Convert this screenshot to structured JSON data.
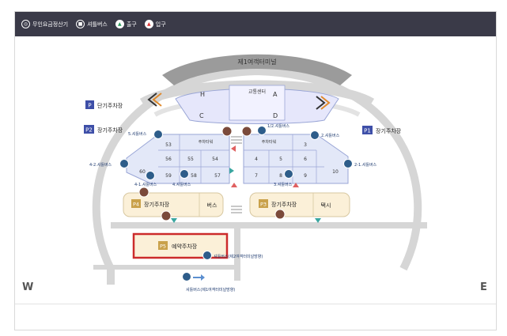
{
  "legend": [
    {
      "icon": "payment-kiosk-icon",
      "label": "무인요금정산기"
    },
    {
      "icon": "shuttle-bus-icon",
      "label": "셔틀버스"
    },
    {
      "icon": "exit-icon",
      "label": "출구"
    },
    {
      "icon": "entrance-icon",
      "label": "입구"
    }
  ],
  "map": {
    "terminal_label": "제1여객터미널",
    "transport_center": "교통센터",
    "zone_h": "H",
    "zone_a": "A",
    "zone_c": "C",
    "zone_d": "D",
    "short_term": {
      "badge": "P",
      "label": "단기주차장"
    },
    "long_term_p2": {
      "badge": "P2",
      "label": "장기주차장"
    },
    "long_term_p1": {
      "badge": "P1",
      "label": "장기주차장"
    },
    "long_term_p4": {
      "badge": "P4",
      "label": "장기주차장"
    },
    "long_term_p3": {
      "badge": "P3",
      "label": "장기주차장"
    },
    "reserved_p5": {
      "badge": "P5",
      "label": "예약주차장"
    },
    "parking_tower_left": "주차타워",
    "parking_tower_right": "주차타워",
    "bus_lot": "버스",
    "taxi_lot": "택시",
    "blocks_left": [
      "53",
      "56",
      "55",
      "54",
      "60",
      "59",
      "58",
      "57"
    ],
    "blocks_right": [
      "3",
      "4",
      "5",
      "6",
      "7",
      "8",
      "9",
      "10"
    ],
    "shuttle_stops": {
      "s5": "5.셔틀버스",
      "s1_2": "1/2.셔틀버스",
      "s2": "2.셔틀버스",
      "s4_2": "4-2.셔틀버스",
      "s2_1": "2-1.셔틀버스",
      "s4_1": "4-1.셔틀버스",
      "s4": "4.셔틀버스",
      "s3": "3.셔틀버스",
      "s_t2": "셔틀버스(제2여객터미널방향)",
      "s_t1": "셔틀버스(제1여객터미널방향)"
    },
    "west": "W",
    "east": "E"
  },
  "colors": {
    "legend_bg": "#3a3a48",
    "block_fill": "#e3e8f8",
    "block_stroke": "#9aa6d6",
    "lot_fill": "#fbf0d8",
    "reserved_stroke": "#cc2b2b",
    "road": "#c8c8c8",
    "badge": "#3e4fa8"
  }
}
